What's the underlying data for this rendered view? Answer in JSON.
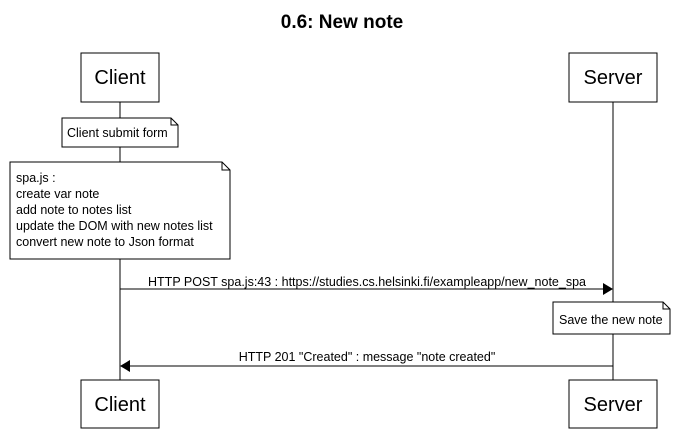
{
  "title": "0.6: New note",
  "participants": {
    "client": "Client",
    "server": "Server"
  },
  "notes": {
    "submit": "Client submit form",
    "spa_lines": [
      "spa.js :",
      "create var note",
      "add note to notes list",
      "update the DOM with new notes list",
      "convert new note to Json format"
    ],
    "save": "Save the new note"
  },
  "messages": {
    "post": "HTTP POST spa.js:43 : https://studies.cs.helsinki.fi/exampleapp/new_note_spa",
    "created": "HTTP 201 \"Created\" : message \"note created\""
  }
}
